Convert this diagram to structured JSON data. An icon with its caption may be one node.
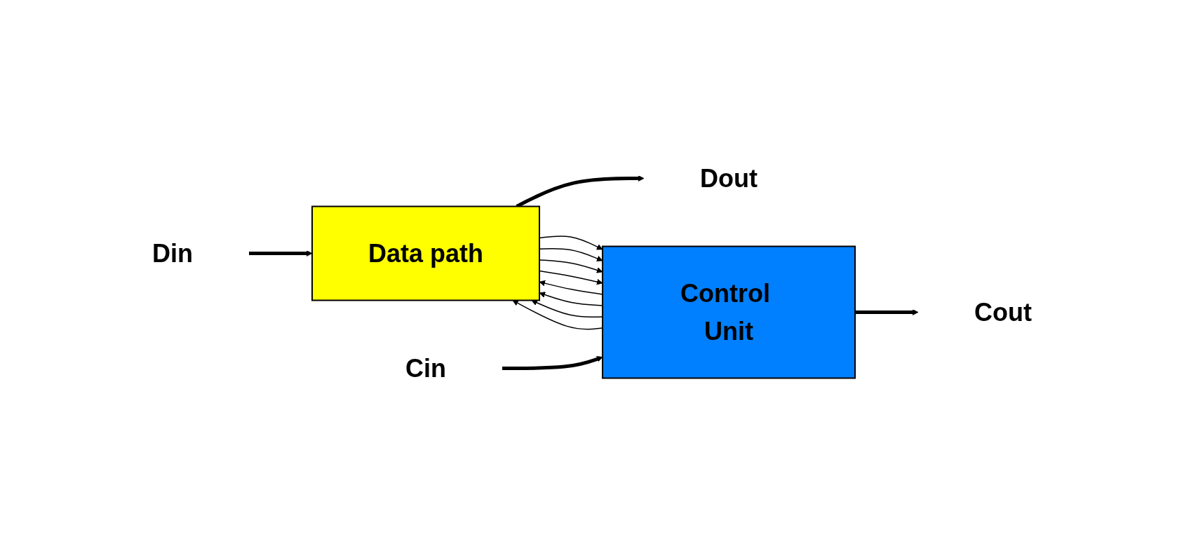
{
  "diagram": {
    "nodes": [
      {
        "text": [
          "Din"
        ]
      },
      {
        "text": [
          "Data path"
        ]
      },
      {
        "text": [
          "Dout"
        ]
      },
      {
        "text": [
          "Cin"
        ]
      },
      {
        "text": [
          "Control Unit"
        ]
      },
      {
        "text": [
          "Cout"
        ]
      }
    ],
    "edges": [
      {
        "from": 0,
        "to": 1,
        "arrow": "to",
        "style": "thick"
      },
      {
        "from": 1,
        "to": 2,
        "arrow": "to",
        "style": "thick"
      },
      {
        "from": 3,
        "to": 4,
        "arrow": "to",
        "style": "thick"
      },
      {
        "from": 4,
        "to": 5,
        "arrow": "to",
        "style": "thick"
      },
      {
        "from": 4,
        "to": 1,
        "arrow": "to"
      },
      {
        "from": 4,
        "to": 1,
        "arrow": "to"
      },
      {
        "from": 4,
        "to": 1,
        "arrow": "to"
      },
      {
        "from": 4,
        "to": 1,
        "arrow": "to"
      },
      {
        "from": 1,
        "to": 4,
        "arrow": "to"
      },
      {
        "from": 1,
        "to": 4,
        "arrow": "to"
      },
      {
        "from": 1,
        "to": 4,
        "arrow": "to"
      },
      {
        "from": 1,
        "to": 4,
        "arrow": "to"
      }
    ]
  }
}
